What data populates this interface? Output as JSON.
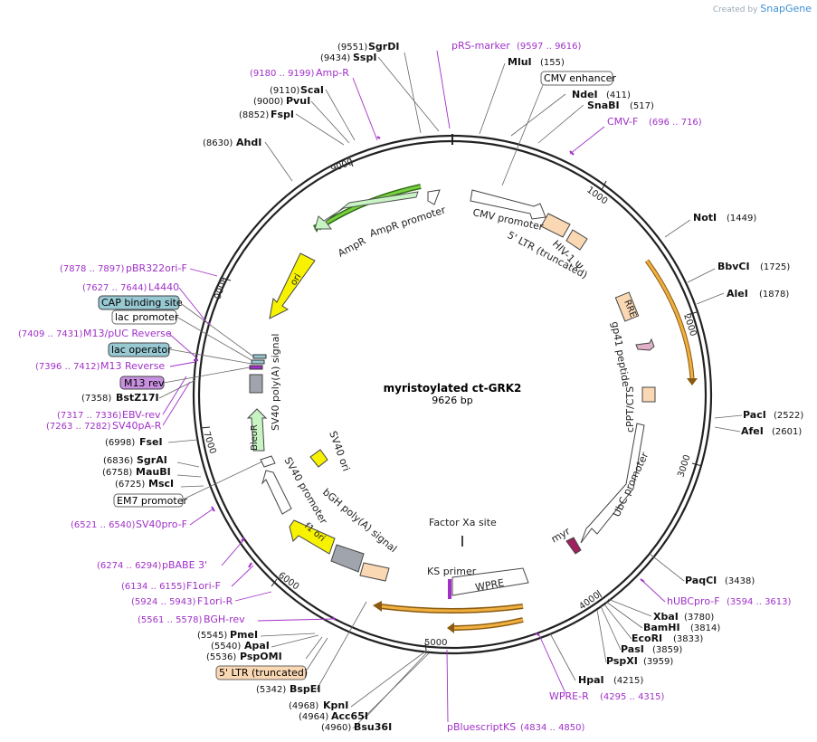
{
  "brand": {
    "created_by": "Created by",
    "product": "SnapGene"
  },
  "title": "myristoylated ct-GRK2",
  "length_label": "9626 bp",
  "total_bp": 9626,
  "colors": {
    "primer": "#a030c8",
    "orange": "#e8a030",
    "green": "#58b428",
    "yellow": "#f7f200",
    "peach": "#fbd8b4",
    "gray": "#a0a4ac",
    "teal": "#98c8d2",
    "purple": "#c080d8",
    "maroon": "#a02060"
  },
  "ticks": [
    "1000",
    "2000",
    "3000",
    "4000",
    "5000",
    "6000",
    "7000",
    "8000",
    "9000"
  ],
  "enzymes": [
    {
      "name": "SgrDI",
      "pos": "(9551)"
    },
    {
      "name": "SspI",
      "pos": "(9434)"
    },
    {
      "name": "ScaI",
      "pos": "(9110)"
    },
    {
      "name": "PvuI",
      "pos": "(9000)"
    },
    {
      "name": "FspI",
      "pos": "(8852)"
    },
    {
      "name": "AhdI",
      "pos": "(8630)"
    },
    {
      "name": "MluI",
      "pos": "(155)"
    },
    {
      "name": "NdeI",
      "pos": "(411)"
    },
    {
      "name": "SnaBI",
      "pos": "(517)"
    },
    {
      "name": "NotI",
      "pos": "(1449)"
    },
    {
      "name": "BbvCI",
      "pos": "(1725)"
    },
    {
      "name": "AleI",
      "pos": "(1878)"
    },
    {
      "name": "PacI",
      "pos": "(2522)"
    },
    {
      "name": "AfeI",
      "pos": "(2601)"
    },
    {
      "name": "PaqCI",
      "pos": "(3438)"
    },
    {
      "name": "XbaI",
      "pos": "(3780)"
    },
    {
      "name": "BamHI",
      "pos": "(3814)"
    },
    {
      "name": "EcoRI",
      "pos": "(3833)"
    },
    {
      "name": "PasI",
      "pos": "(3859)"
    },
    {
      "name": "PspXI",
      "pos": "(3959)"
    },
    {
      "name": "HpaI",
      "pos": "(4215)"
    },
    {
      "name": "KpnI",
      "pos": "(4968)"
    },
    {
      "name": "Acc65I",
      "pos": "(4964)"
    },
    {
      "name": "Bsu36I",
      "pos": "(4960)"
    },
    {
      "name": "BspEI",
      "pos": "(5342)"
    },
    {
      "name": "PmeI",
      "pos": "(5545)"
    },
    {
      "name": "ApaI",
      "pos": "(5540)"
    },
    {
      "name": "PspOMI",
      "pos": "(5536)"
    },
    {
      "name": "MscI",
      "pos": "(6725)"
    },
    {
      "name": "MauBI",
      "pos": "(6758)"
    },
    {
      "name": "SgrAI",
      "pos": "(6836)"
    },
    {
      "name": "FseI",
      "pos": "(6998)"
    },
    {
      "name": "BstZ17I",
      "pos": "(7358)"
    }
  ],
  "primers": [
    {
      "name": "pRS-marker",
      "range": "(9597 .. 9616)"
    },
    {
      "name": "Amp-R",
      "range": "(9180 .. 9199)"
    },
    {
      "name": "CMV-F",
      "range": "(696 .. 716)"
    },
    {
      "name": "hUBCpro-F",
      "range": "(3594 .. 3613)"
    },
    {
      "name": "WPRE-R",
      "range": "(4295 .. 4315)"
    },
    {
      "name": "pBluescriptKS",
      "range": "(4834 .. 4850)"
    },
    {
      "name": "BGH-rev",
      "range": "(5561 .. 5578)"
    },
    {
      "name": "F1ori-R",
      "range": "(5924 .. 5943)"
    },
    {
      "name": "F1ori-F",
      "range": "(6134 .. 6155)"
    },
    {
      "name": "pBABE 3'",
      "range": "(6274 .. 6294)"
    },
    {
      "name": "SV40pro-F",
      "range": "(6521 .. 6540)"
    },
    {
      "name": "SV40pA-R",
      "range": "(7263 .. 7282)"
    },
    {
      "name": "EBV-rev",
      "range": "(7317 .. 7336)"
    },
    {
      "name": "M13 Reverse",
      "range": "(7396 .. 7412)"
    },
    {
      "name": "M13/pUC Reverse",
      "range": "(7409 .. 7431)"
    },
    {
      "name": "L4440",
      "range": "(7627 .. 7644)"
    },
    {
      "name": "pBR322ori-F",
      "range": "(7878 .. 7897)"
    }
  ],
  "boxed_labels": [
    {
      "name": "CMV enhancer"
    },
    {
      "name": "CAP binding site"
    },
    {
      "name": "lac promoter"
    },
    {
      "name": "lac operator"
    },
    {
      "name": "M13 rev"
    },
    {
      "name": "EM7 promoter"
    },
    {
      "name": "5' LTR (truncated)"
    }
  ],
  "features": [
    {
      "name": "CMV promoter"
    },
    {
      "name": "5' LTR (truncated)"
    },
    {
      "name": "HIV-1 Ψ"
    },
    {
      "name": "RRE"
    },
    {
      "name": "gp41 peptide"
    },
    {
      "name": "cPPT/CTS"
    },
    {
      "name": "UbC promoter"
    },
    {
      "name": "myr"
    },
    {
      "name": "WPRE"
    },
    {
      "name": "KS primer"
    },
    {
      "name": "Factor Xa site"
    },
    {
      "name": "bGH poly(A) signal"
    },
    {
      "name": "f1 ori"
    },
    {
      "name": "SV40 promoter"
    },
    {
      "name": "SV40 ori"
    },
    {
      "name": "BleoR"
    },
    {
      "name": "SV40 poly(A) signal"
    },
    {
      "name": "ori"
    },
    {
      "name": "AmpR"
    },
    {
      "name": "AmpR promoter"
    }
  ]
}
